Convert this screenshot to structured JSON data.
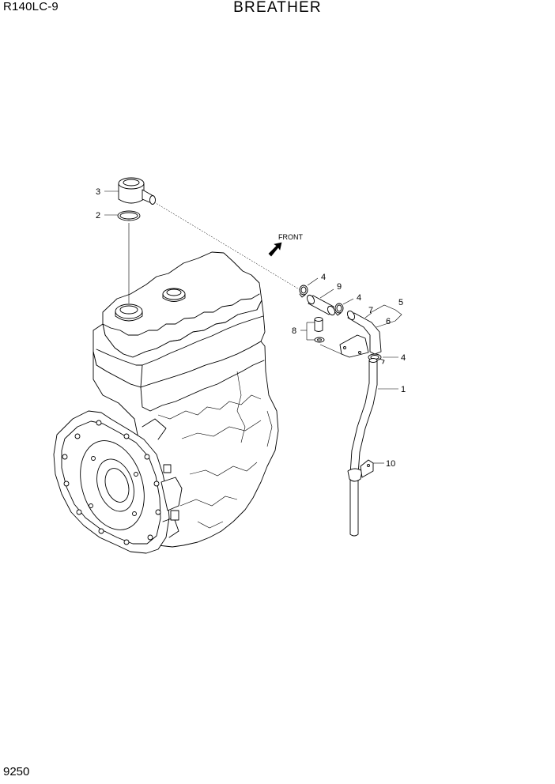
{
  "header": {
    "model": "R140LC-9",
    "title": "BREATHER"
  },
  "footer": {
    "page_number": "9250"
  },
  "diagram": {
    "direction_label": "FRONT",
    "callouts": [
      "1",
      "2",
      "3",
      "4",
      "4",
      "4",
      "5",
      "6",
      "7",
      "8",
      "9",
      "10"
    ]
  }
}
